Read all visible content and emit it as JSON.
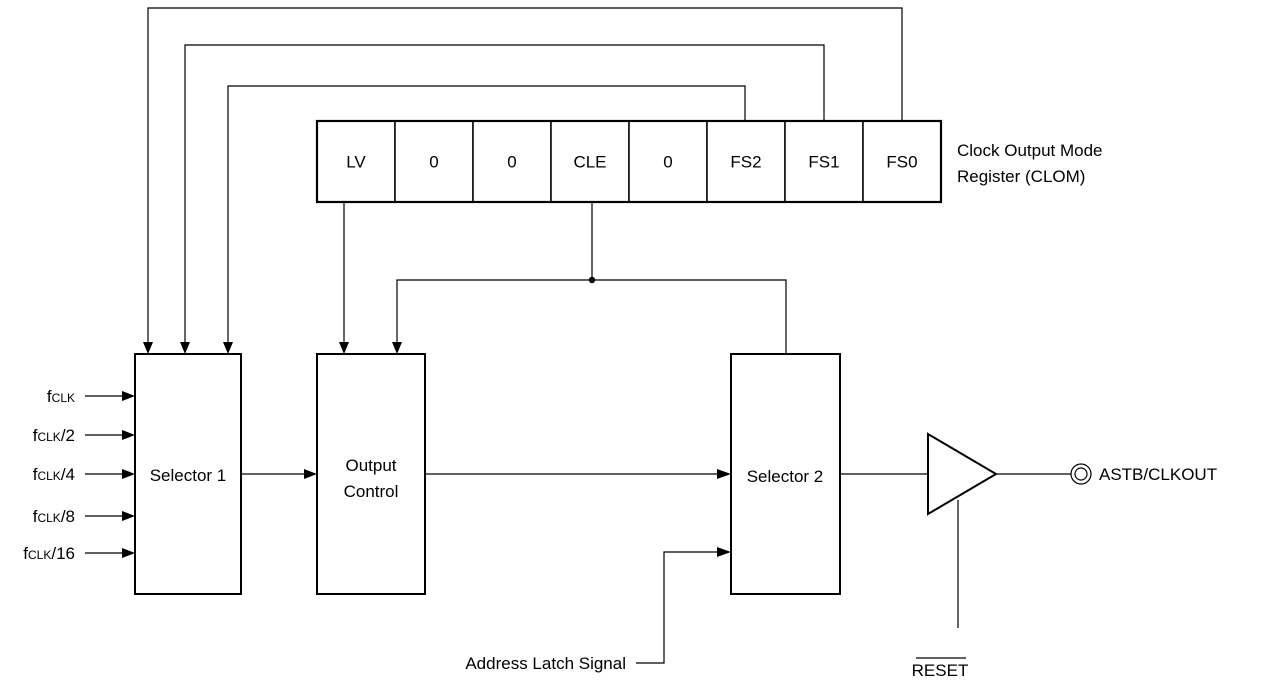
{
  "register": {
    "bits": [
      "LV",
      "0",
      "0",
      "CLE",
      "0",
      "FS2",
      "FS1",
      "FS0"
    ],
    "name_line1": "Clock Output Mode",
    "name_line2": "Register (CLOM)"
  },
  "selector1": {
    "label": "Selector 1"
  },
  "output_control": {
    "line1": "Output",
    "line2": "Control"
  },
  "selector2": {
    "label": "Selector 2"
  },
  "inputs": [
    {
      "base": "f",
      "sub": "CLK",
      "suffix": ""
    },
    {
      "base": "f",
      "sub": "CLK",
      "suffix": "/2"
    },
    {
      "base": "f",
      "sub": "CLK",
      "suffix": "/4"
    },
    {
      "base": "f",
      "sub": "CLK",
      "suffix": "/8"
    },
    {
      "base": "f",
      "sub": "CLK",
      "suffix": "/16"
    }
  ],
  "address_latch": {
    "label": "Address Latch Signal"
  },
  "output_pin": {
    "label": "ASTB/CLKOUT"
  },
  "reset": {
    "label": "RESET"
  }
}
